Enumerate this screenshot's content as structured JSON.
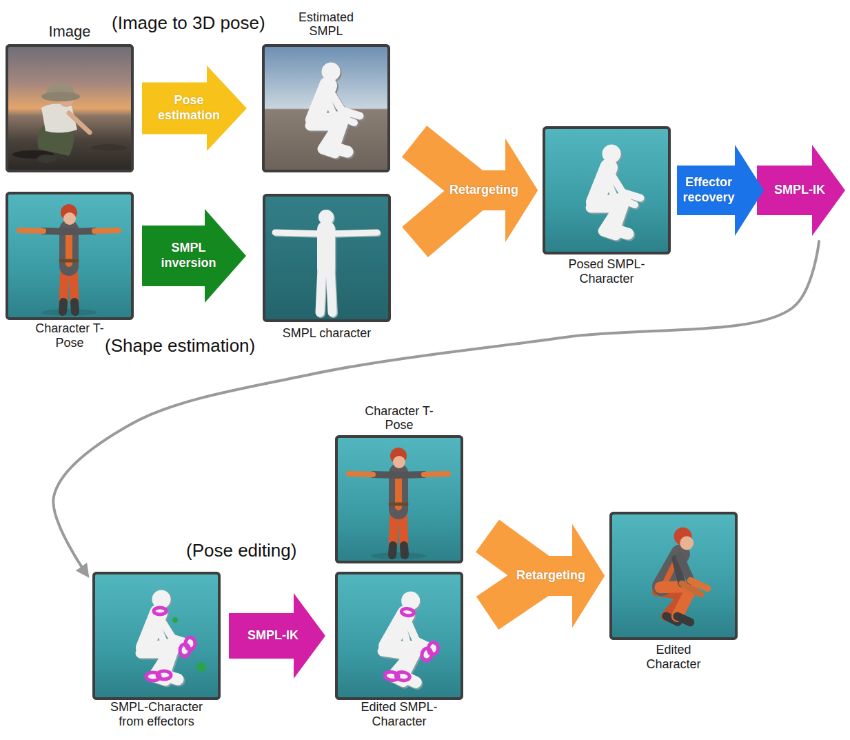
{
  "diagram": {
    "nodes": [
      {
        "text": [
          "Image"
        ]
      },
      {
        "text": [
          "Estimated SMPL"
        ]
      },
      {
        "text": [
          "Character T-Pose"
        ]
      },
      {
        "text": [
          "SMPL character"
        ]
      },
      {
        "text": [
          "Posed SMPL-Character"
        ]
      },
      {
        "text": [
          "SMPL-Character from effectors"
        ]
      },
      {
        "text": [
          "Character T-Pose"
        ]
      },
      {
        "text": [
          "Edited SMPL-Character"
        ]
      },
      {
        "text": [
          "Edited Character"
        ]
      }
    ],
    "edges": [
      {
        "from": 0,
        "to": 1,
        "label": "Pose estimation",
        "arrow": "to"
      },
      {
        "from": 2,
        "to": 3,
        "label": "SMPL inversion",
        "arrow": "to"
      },
      {
        "from": 1,
        "to": 4,
        "label": "Retargeting",
        "arrow": "to"
      },
      {
        "from": 3,
        "to": 4,
        "arrow": "to"
      },
      {
        "from": 4,
        "to": 5,
        "label": "Effector recovery",
        "arrow": "to"
      },
      {
        "from": 5,
        "to": 7,
        "label": "SMPL-IK",
        "arrow": "to"
      },
      {
        "from": 6,
        "to": 8,
        "label": "Retargeting",
        "arrow": "to"
      },
      {
        "from": 7,
        "to": 8,
        "arrow": "to"
      }
    ],
    "labels": [
      "(Image to 3D pose)",
      "(Shape estimation)",
      "(Pose editing)",
      "SMPL-IK"
    ]
  }
}
